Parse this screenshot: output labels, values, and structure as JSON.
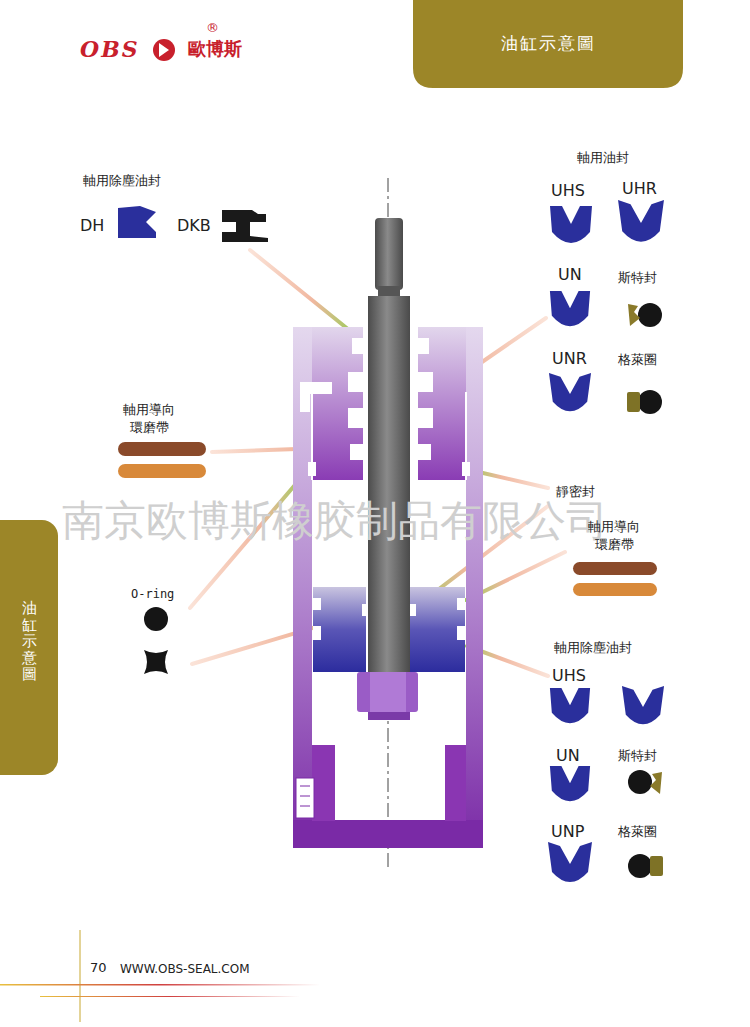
{
  "diagram": {
    "title": "油缸示意圖",
    "nodes": [
      {
        "text": [
          "油缸示意圖"
        ]
      }
    ],
    "labels": [
      "OBS",
      "®",
      "歐博斯",
      "軸用除塵油封",
      "DH",
      "DKB",
      "軸用油封",
      "UHS",
      "UHR",
      "UN",
      "斯特封",
      "UNR",
      "格萊圈",
      "軸用導向 環磨帶",
      "南京欧博斯橡胶制品有限公司",
      "靜密封",
      "軸用導向 環磨帶",
      "O-ring",
      "軸用除塵油封",
      "UHS",
      "UN",
      "斯特封",
      "UNP",
      "格萊圈",
      "70",
      "WWW.OBS-SEAL.COM"
    ]
  }
}
